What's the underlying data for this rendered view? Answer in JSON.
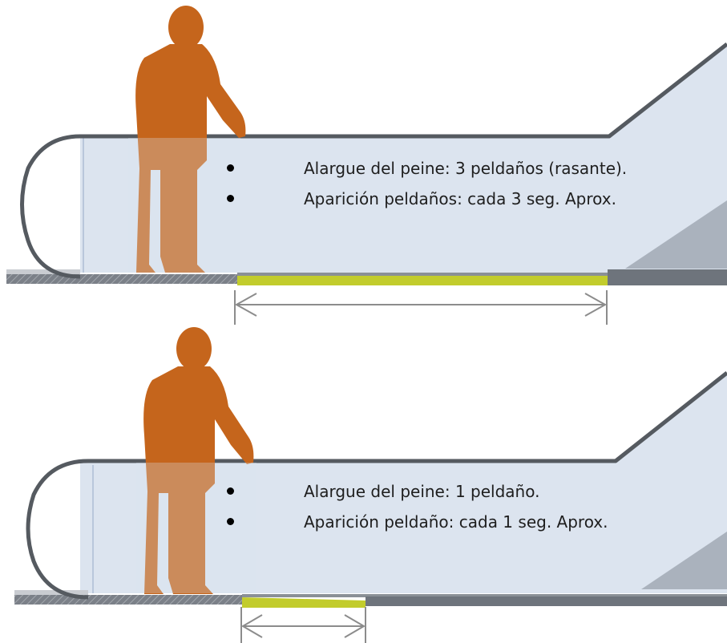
{
  "panels": [
    {
      "id": "top",
      "bullets": [
        "Alargue del peine: 3 peldaños (rasante).",
        "Aparición peldaños: cada 3 seg. Aprox."
      ]
    },
    {
      "id": "bottom",
      "bullets": [
        "Alargue del peine: 1 peldaño.",
        "Aparición peldaño: cada 1 seg. Aprox."
      ]
    }
  ],
  "colors": {
    "person": "#c5651c",
    "handrail": "#555a60",
    "balustrade": "#dce4ef",
    "comb_extension": "#c2cc2c",
    "floor": "#6e747c",
    "dimension_arrow": "#8c8c8c"
  }
}
